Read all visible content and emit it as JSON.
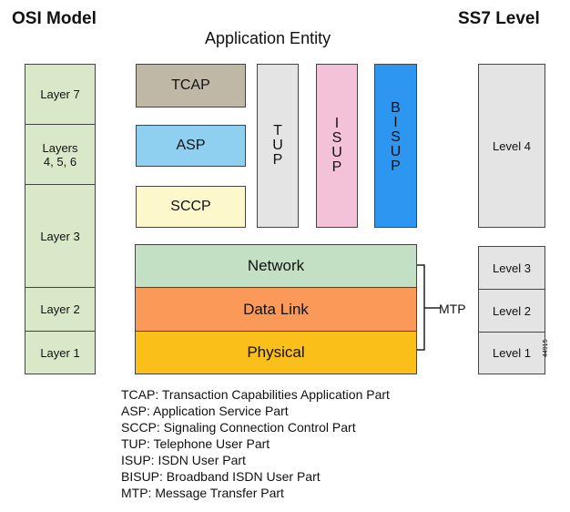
{
  "header": {
    "left_title": "OSI Model",
    "right_title": "SS7 Level",
    "center_title": "Application Entity"
  },
  "osi_layers": {
    "layer7": "Layer 7",
    "layers456_line1": "Layers",
    "layers456_line2": "4, 5, 6",
    "layer3": "Layer 3",
    "layer2": "Layer 2",
    "layer1": "Layer 1"
  },
  "protocols": {
    "tcap": "TCAP",
    "asp": "ASP",
    "sccp": "SCCP",
    "tup": [
      "T",
      "U",
      "P"
    ],
    "isup": [
      "I",
      "S",
      "U",
      "P"
    ],
    "bisup": [
      "B",
      "I",
      "S",
      "U",
      "P"
    ]
  },
  "mtp_stack": {
    "network": "Network",
    "data_link": "Data Link",
    "physical": "Physical",
    "mtp_label": "MTP"
  },
  "ss7_levels": {
    "level4": "Level 4",
    "level3": "Level 3",
    "level2": "Level 2",
    "level1": "Level 1"
  },
  "figure_id": "44915",
  "legend": [
    "TCAP: Transaction Capabilities Application Part",
    "ASP: Application Service Part",
    "SCCP: Signaling Connection Control Part",
    "TUP: Telephone User Part",
    "ISUP: ISDN User Part",
    "BISUP: Broadband ISDN User Part",
    "MTP: Message Transfer Part"
  ],
  "colors": {
    "osi_fill": "#d8e8c8",
    "level_fill": "#e4e4e4",
    "tcap_fill": "#bfb8a6",
    "asp_fill": "#8fd0f0",
    "sccp_fill": "#fcf8cc",
    "tup_fill": "#e4e4e4",
    "isup_fill": "#f4c2d8",
    "bisup_fill": "#2d96f0",
    "network_fill": "#c4e0c4",
    "data_link_fill": "#fb9a58",
    "physical_fill": "#fbbf1a"
  }
}
